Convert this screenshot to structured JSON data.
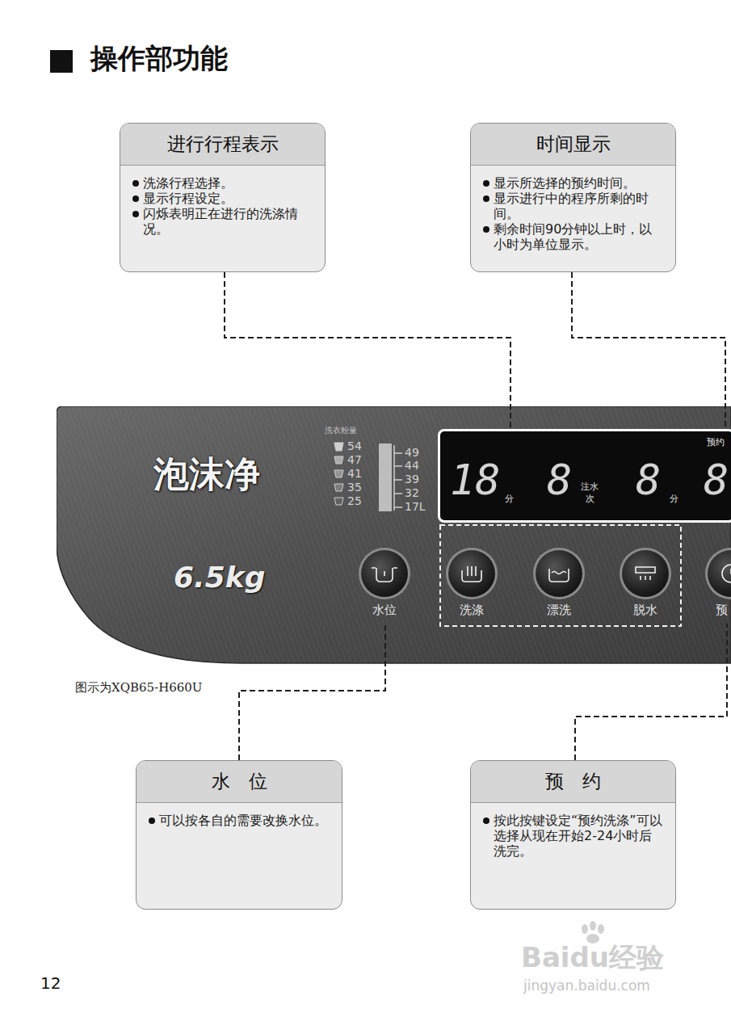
{
  "diagram": {
    "title": "操作部功能",
    "caption": "图示为XQB65-H660U",
    "nodes": [
      {
        "text": [
          "进行行程表示",
          "洗涤行程选择。",
          "显示行程设定。",
          "闪烁表明正在进行的洗涤情况。"
        ]
      },
      {
        "text": [
          "时间显示",
          "显示所选择的预约时间。",
          "显示进行中的程序所剩的时间。",
          "剩余时间90分钟以上时，以小时为单位显示。"
        ]
      },
      {
        "text": [
          "泡沫净",
          "6.5kg"
        ]
      },
      {
        "text": [
          "18",
          "分",
          "8",
          "注水",
          "次",
          "8",
          "分",
          "预约",
          "8"
        ],
        "in": 2
      },
      {
        "text": [
          "水位"
        ],
        "in": 2
      },
      {
        "text": [
          "洗涤"
        ],
        "in": 2
      },
      {
        "text": [
          "漂洗"
        ],
        "in": 2
      },
      {
        "text": [
          "脱水"
        ],
        "in": 2
      },
      {
        "text": [
          "预"
        ],
        "in": 2
      },
      {
        "text": [
          "水　位",
          "可以按各自的需要改换水位。"
        ]
      },
      {
        "text": [
          "预　约",
          "按此按键设定“预约洗涤”可以选择从现在开始2-24小时后洗完。"
        ]
      }
    ],
    "edges": [
      {
        "from": 0,
        "to": 3,
        "arrow": "none"
      },
      {
        "from": 1,
        "to": 3,
        "arrow": "none"
      },
      {
        "from": 9,
        "to": 4,
        "arrow": "none"
      },
      {
        "from": 10,
        "to": 8,
        "arrow": "none"
      }
    ],
    "labels": [
      "洗衣粉量",
      "54",
      "47",
      "41",
      "35",
      "25",
      "49",
      "44",
      "39",
      "32",
      "17L",
      "12",
      "Baidu经验",
      "jingyan.baidu.com"
    ]
  }
}
